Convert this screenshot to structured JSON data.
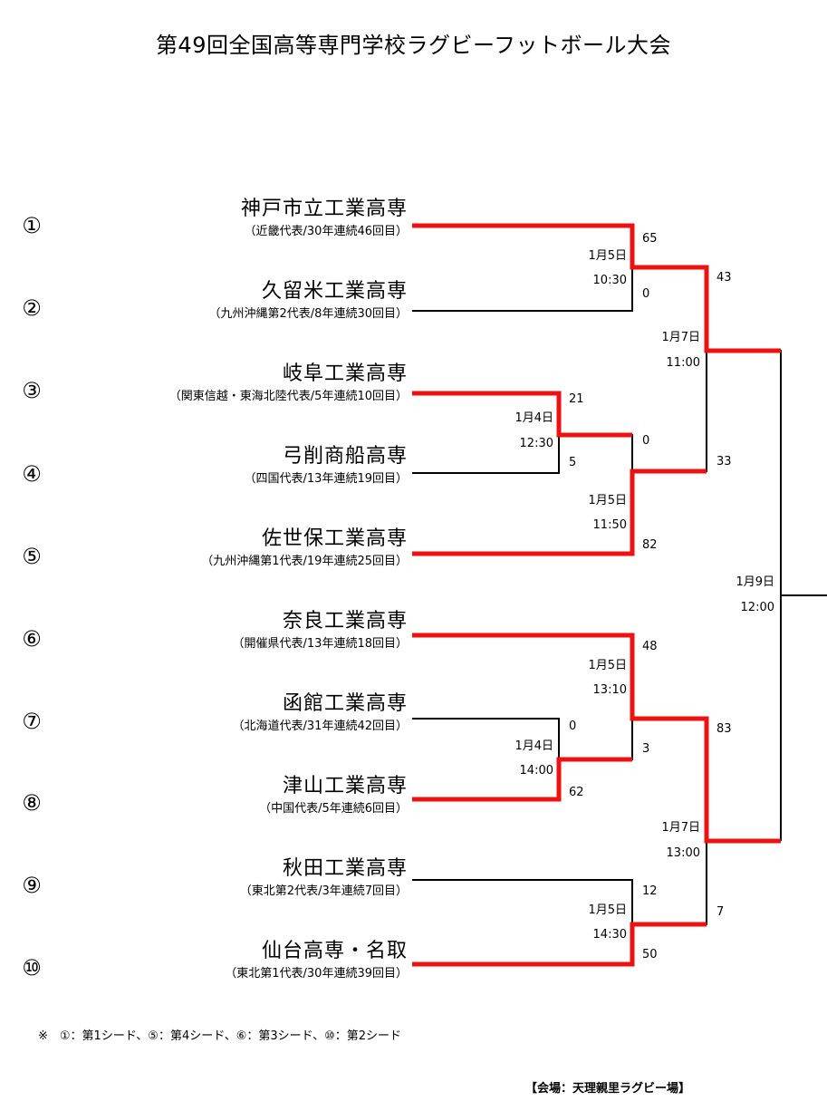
{
  "title": "第49回全国高等専門学校ラグビーフットボール大会",
  "teams": [
    {
      "seed": "①",
      "name": "神戸市立工業高専",
      "sub": "（近畿代表/30年連続46回目）"
    },
    {
      "seed": "②",
      "name": "久留米工業高専",
      "sub": "（九州沖縄第2代表/8年連続30回目）"
    },
    {
      "seed": "③",
      "name": "岐阜工業高専",
      "sub": "（関東信越・東海北陸代表/5年連続10回目）"
    },
    {
      "seed": "④",
      "name": "弓削商船高専",
      "sub": "（四国代表/13年連続19回目）"
    },
    {
      "seed": "⑤",
      "name": "佐世保工業高専",
      "sub": "（九州沖縄第1代表/19年連続25回目）"
    },
    {
      "seed": "⑥",
      "name": "奈良工業高専",
      "sub": "（開催県代表/13年連続18回目）"
    },
    {
      "seed": "⑦",
      "name": "函館工業高専",
      "sub": "（北海道代表/31年連続42回目）"
    },
    {
      "seed": "⑧",
      "name": "津山工業高専",
      "sub": "（中国代表/5年連続6回目）"
    },
    {
      "seed": "⑨",
      "name": "秋田工業高専",
      "sub": "（東北第2代表/3年連続7回目）"
    },
    {
      "seed": "⑩",
      "name": "仙台高専・名取",
      "sub": "（東北第1代表/30年連続39回目）"
    }
  ],
  "matches": {
    "m34": {
      "date": "1月4日",
      "time": "12:30",
      "score_top": "21",
      "score_bottom": "5"
    },
    "m78": {
      "date": "1月4日",
      "time": "14:00",
      "score_top": "0",
      "score_bottom": "62"
    },
    "m12": {
      "date": "1月5日",
      "time": "10:30",
      "score_top": "65",
      "score_bottom": "0"
    },
    "m345": {
      "date": "1月5日",
      "time": "11:50",
      "score_top": "0",
      "score_bottom": "82"
    },
    "m678": {
      "date": "1月5日",
      "time": "13:10",
      "score_top": "48",
      "score_bottom": "3"
    },
    "m910": {
      "date": "1月5日",
      "time": "14:30",
      "score_top": "12",
      "score_bottom": "50"
    },
    "sf1": {
      "date": "1月7日",
      "time": "11:00",
      "score_top": "43",
      "score_bottom": "33"
    },
    "sf2": {
      "date": "1月7日",
      "time": "13:00",
      "score_top": "83",
      "score_bottom": "7"
    },
    "final": {
      "date": "1月9日",
      "time": "12:00"
    }
  },
  "note": "※　①：第1シード、⑤：第4シード、⑥：第3シード、⑩：第2シード",
  "venue": "【会場：天理親里ラグビー場】",
  "colors": {
    "winner_line": "#ee1111",
    "loser_line": "#000000"
  }
}
